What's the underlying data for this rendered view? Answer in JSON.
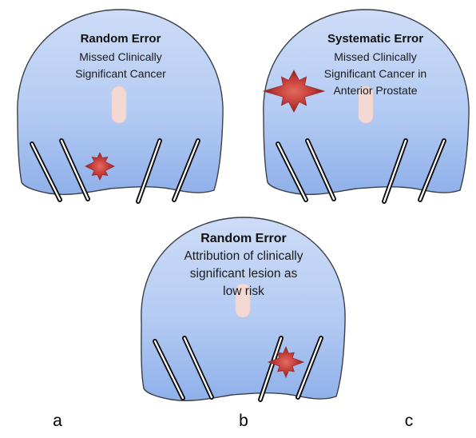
{
  "panels": {
    "top_left": {
      "title": "Random Error",
      "lines": [
        "Missed Clinically",
        "Significant Cancer"
      ]
    },
    "top_right": {
      "title": "Systematic Error",
      "lines": [
        "Missed Clinically",
        "Significant Cancer in",
        "Anterior Prostate"
      ]
    },
    "bottom": {
      "title": "Random Error",
      "lines": [
        "Attribution of clinically",
        "significant lesion as",
        "low risk"
      ]
    }
  },
  "labels": {
    "a": "a",
    "b": "b",
    "c": "c"
  },
  "colors": {
    "gland_top": "#c4d6f6",
    "gland_bottom": "#93b3ec",
    "gland_outline": "#3a3f48",
    "urethra": "#f4d8d4",
    "lesion": "#c0393b",
    "needle": "#111111"
  }
}
